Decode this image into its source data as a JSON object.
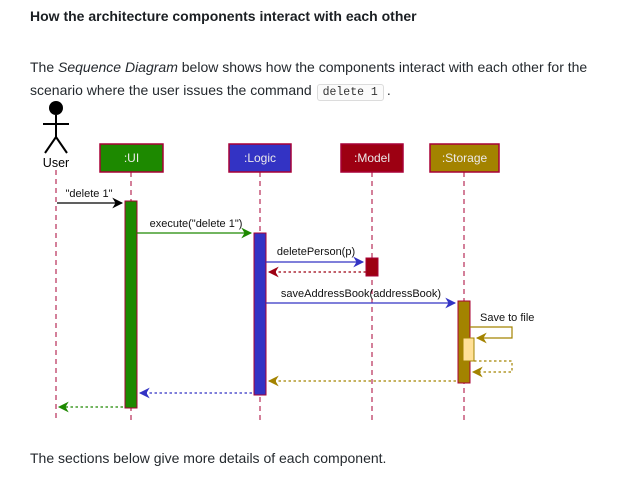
{
  "header": {
    "title": "How the architecture components interact with each other"
  },
  "intro": {
    "part1": "The ",
    "italic": "Sequence Diagram",
    "part2": " below shows how the components interact with each other for the scenario where the user issues the command ",
    "code": "delete 1",
    "part3": "."
  },
  "footer": {
    "text": "The sections below give more details of each component."
  },
  "colors": {
    "lifeline_crimson": "#A80036",
    "ui_green": "#1D8900",
    "logic_blue": "#3333C4",
    "model_red": "#9D0012",
    "storage_gold": "#A38300",
    "storage_inner_activation": "#FFE097",
    "actor_black": "#000000"
  },
  "diagram": {
    "actor_label": "User",
    "participants": [
      {
        "id": "ui",
        "label": ":UI",
        "color": "#1D8900"
      },
      {
        "id": "logic",
        "label": ":Logic",
        "color": "#3333C4"
      },
      {
        "id": "model",
        "label": ":Model",
        "color": "#9D0012"
      },
      {
        "id": "storage",
        "label": ":Storage",
        "color": "#A38300"
      }
    ],
    "messages": [
      {
        "label": "\"delete 1\"",
        "from": "User",
        "to": ":UI",
        "type": "call"
      },
      {
        "label": "execute(\"delete 1\")",
        "from": ":UI",
        "to": ":Logic",
        "type": "call"
      },
      {
        "label": "deletePerson(p)",
        "from": ":Logic",
        "to": ":Model",
        "type": "call"
      },
      {
        "label": "saveAddressBook(addressBook)",
        "from": ":Logic",
        "to": ":Storage",
        "type": "call"
      },
      {
        "label": "Save to file",
        "from": ":Storage",
        "to": ":Storage",
        "type": "self-call"
      }
    ]
  }
}
